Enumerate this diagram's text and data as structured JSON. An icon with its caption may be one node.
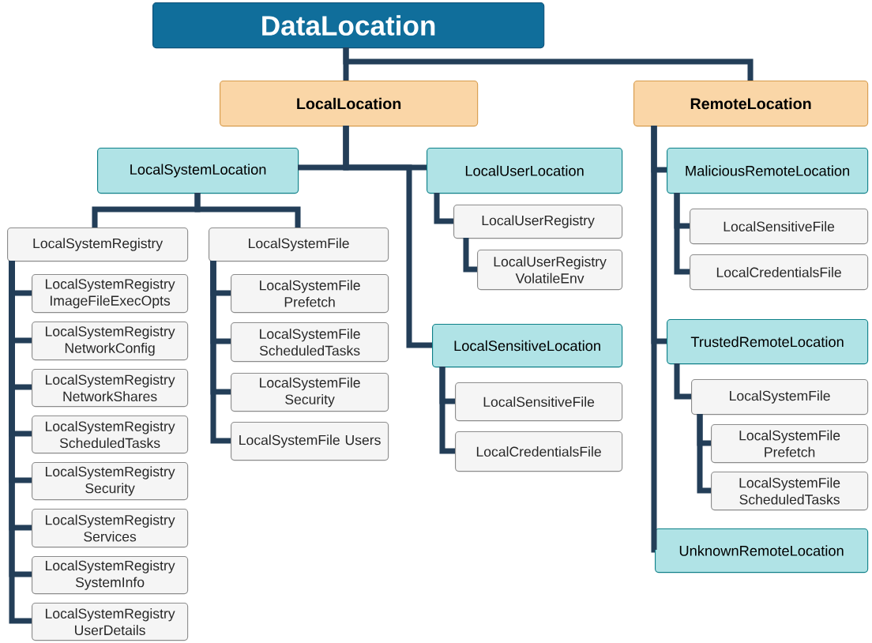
{
  "diagram": {
    "nodes": [
      {
        "text": [
          "DataLocation"
        ]
      },
      {
        "text": [
          "LocalLocation"
        ]
      },
      {
        "text": [
          "RemoteLocation"
        ]
      },
      {
        "text": [
          "LocalSystemLocation"
        ]
      },
      {
        "text": [
          "LocalSystemRegistry"
        ]
      },
      {
        "text": [
          "LocalSystemRegistry ImageFileExecOpts"
        ]
      },
      {
        "text": [
          "LocalSystemRegistry NetworkConfig"
        ]
      },
      {
        "text": [
          "LocalSystemRegistry NetworkShares"
        ]
      },
      {
        "text": [
          "LocalSystemRegistry ScheduledTasks"
        ]
      },
      {
        "text": [
          "LocalSystemRegistry Security"
        ]
      },
      {
        "text": [
          "LocalSystemRegistry Services"
        ]
      },
      {
        "text": [
          "LocalSystemRegistry SystemInfo"
        ]
      },
      {
        "text": [
          "LocalSystemRegistry UserDetails"
        ]
      },
      {
        "text": [
          "LocalSystemFile"
        ]
      },
      {
        "text": [
          "LocalSystemFile Prefetch"
        ]
      },
      {
        "text": [
          "LocalSystemFile ScheduledTasks"
        ]
      },
      {
        "text": [
          "LocalSystemFile Security"
        ]
      },
      {
        "text": [
          "LocalSystemFile Users"
        ]
      },
      {
        "text": [
          "LocalUserLocation"
        ]
      },
      {
        "text": [
          "LocalUserRegistry"
        ]
      },
      {
        "text": [
          "LocalUserRegistry VolatileEnv"
        ]
      },
      {
        "text": [
          "LocalSensitiveLocation"
        ]
      },
      {
        "text": [
          "LocalSensitiveFile"
        ]
      },
      {
        "text": [
          "LocalCredentialsFile"
        ]
      },
      {
        "text": [
          "MaliciousRemoteLocation"
        ]
      },
      {
        "text": [
          "LocalSensitiveFile"
        ]
      },
      {
        "text": [
          "LocalCredentialsFile"
        ]
      },
      {
        "text": [
          "TrustedRemoteLocation"
        ]
      },
      {
        "text": [
          "LocalSystemFile"
        ]
      },
      {
        "text": [
          "LocalSystemFile Prefetch"
        ]
      },
      {
        "text": [
          "LocalSystemFile ScheduledTasks"
        ]
      },
      {
        "text": [
          "UnknownRemoteLocation"
        ]
      }
    ],
    "edges": [
      {
        "from": 0,
        "to": 1,
        "arrow": "none"
      },
      {
        "from": 0,
        "to": 2,
        "arrow": "none"
      },
      {
        "from": 1,
        "to": 3,
        "arrow": "none"
      },
      {
        "from": 1,
        "to": 18,
        "arrow": "none"
      },
      {
        "from": 1,
        "to": 21,
        "arrow": "none"
      },
      {
        "from": 3,
        "to": 4,
        "arrow": "none"
      },
      {
        "from": 3,
        "to": 13,
        "arrow": "none"
      },
      {
        "from": 4,
        "to": 5,
        "arrow": "none"
      },
      {
        "from": 4,
        "to": 6,
        "arrow": "none"
      },
      {
        "from": 4,
        "to": 7,
        "arrow": "none"
      },
      {
        "from": 4,
        "to": 8,
        "arrow": "none"
      },
      {
        "from": 4,
        "to": 9,
        "arrow": "none"
      },
      {
        "from": 4,
        "to": 10,
        "arrow": "none"
      },
      {
        "from": 4,
        "to": 11,
        "arrow": "none"
      },
      {
        "from": 4,
        "to": 12,
        "arrow": "none"
      },
      {
        "from": 13,
        "to": 14,
        "arrow": "none"
      },
      {
        "from": 13,
        "to": 15,
        "arrow": "none"
      },
      {
        "from": 13,
        "to": 16,
        "arrow": "none"
      },
      {
        "from": 13,
        "to": 17,
        "arrow": "none"
      },
      {
        "from": 18,
        "to": 19,
        "arrow": "none"
      },
      {
        "from": 19,
        "to": 20,
        "arrow": "none"
      },
      {
        "from": 21,
        "to": 22,
        "arrow": "none"
      },
      {
        "from": 21,
        "to": 23,
        "arrow": "none"
      },
      {
        "from": 2,
        "to": 24,
        "arrow": "none"
      },
      {
        "from": 2,
        "to": 27,
        "arrow": "none"
      },
      {
        "from": 2,
        "to": 31,
        "arrow": "none"
      },
      {
        "from": 24,
        "to": 25,
        "arrow": "none"
      },
      {
        "from": 24,
        "to": 26,
        "arrow": "none"
      },
      {
        "from": 27,
        "to": 28,
        "arrow": "none"
      },
      {
        "from": 28,
        "to": 29,
        "arrow": "none"
      },
      {
        "from": 28,
        "to": 30,
        "arrow": "none"
      }
    ]
  }
}
